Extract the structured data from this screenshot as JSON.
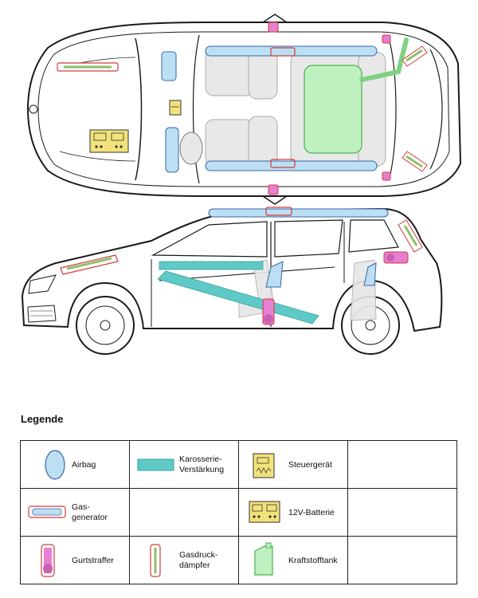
{
  "legend": {
    "title": "Legende",
    "items": {
      "airbag": "Airbag",
      "body_reinforcement": [
        "Karosserie-",
        "Verstärkung"
      ],
      "control_unit": "Steuergerät",
      "gas_generator": [
        "Gas-",
        "generator"
      ],
      "battery": "12V-Batterie",
      "belt_tensioner": "Gurtstraffer",
      "gas_damper": [
        "Gasdruck-",
        "dämpfer"
      ],
      "fuel_tank": "Kraftstofftank"
    }
  },
  "colors": {
    "airbag_fill": "#bcdff3",
    "airbag_stroke": "#3a64a8",
    "reinforcement": "#5ec9c6",
    "control_unit": "#f2e27a",
    "gas_generator_outline": "#d23a3a",
    "tensioner": "#e77fd1",
    "fuel_tank": "#bff0bf",
    "fuel_tank_stroke": "#4caf50"
  }
}
